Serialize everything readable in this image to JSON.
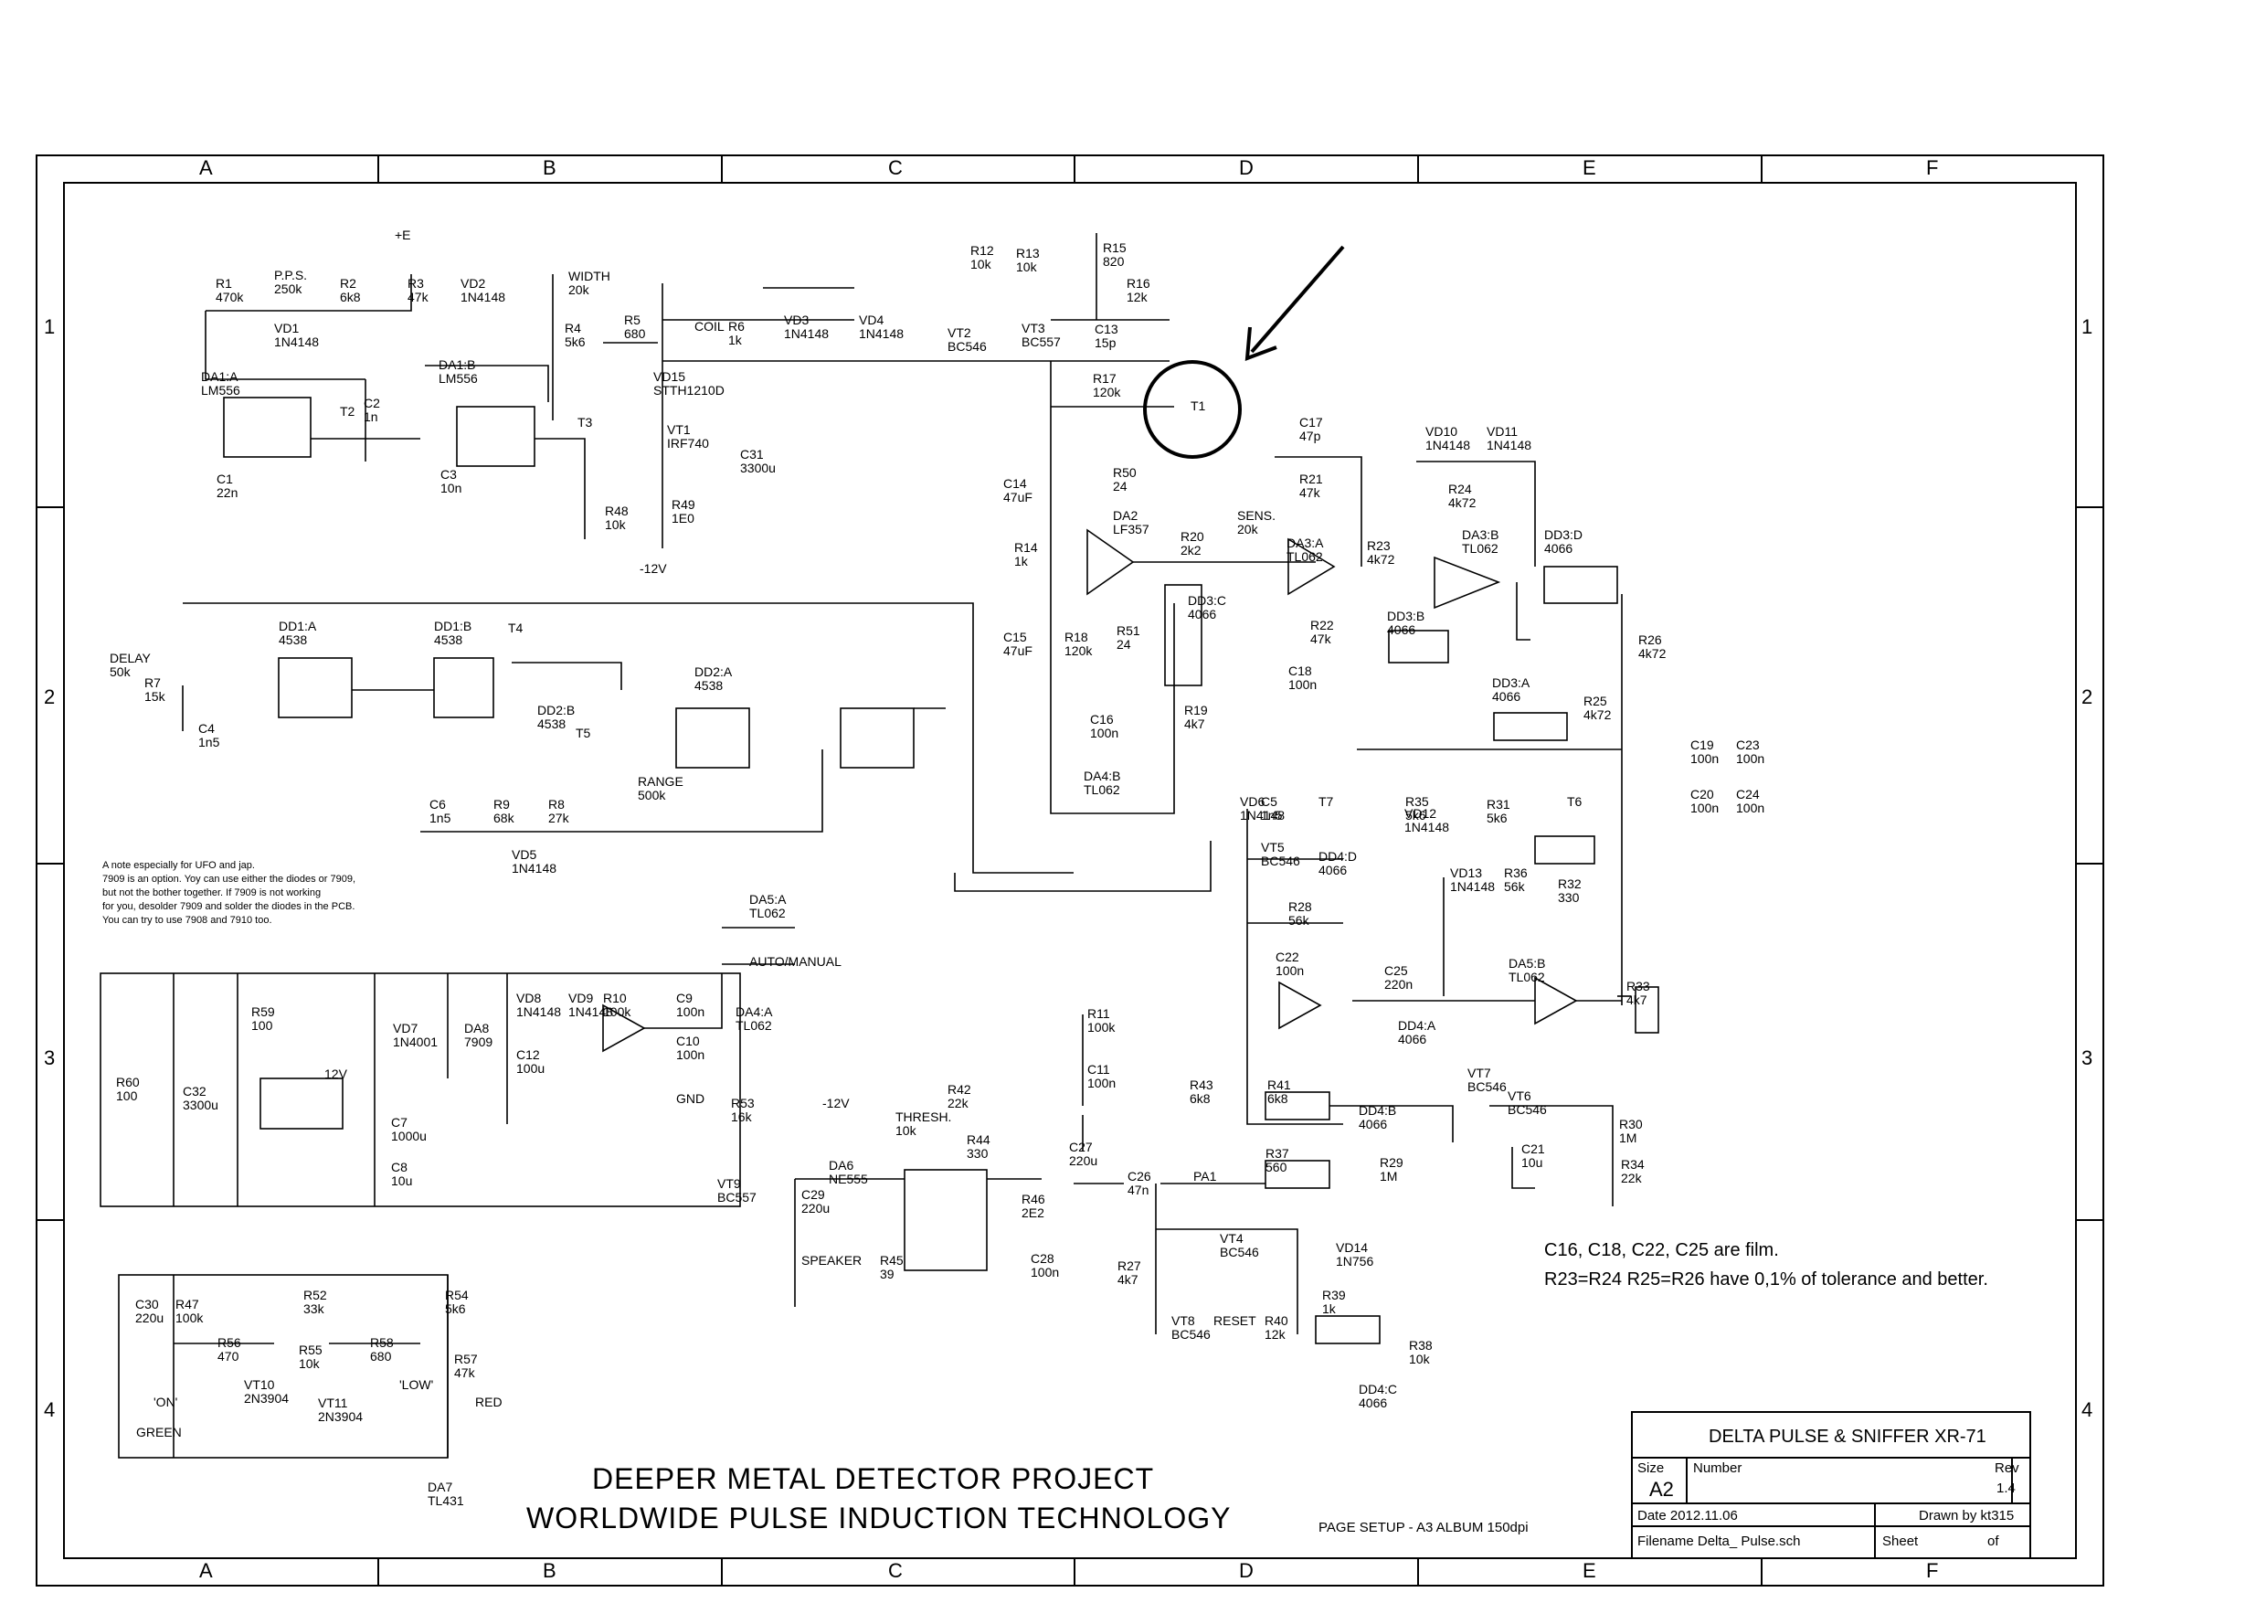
{
  "zones_top": [
    "A",
    "B",
    "C",
    "D",
    "E",
    "F"
  ],
  "zones_side": [
    "1",
    "2",
    "3",
    "4"
  ],
  "title_block": {
    "title": "DELTA PULSE & SNIFFER XR-71",
    "size_label": "Size",
    "size": "A2",
    "number_label": "Number",
    "rev_label": "Rev",
    "rev": "1.4",
    "date": "Date  2012.11.06",
    "drawn": "Drawn by kt315",
    "filename": "Filename Delta_ Pulse.sch",
    "sheet": "Sheet",
    "of": "of"
  },
  "project": {
    "line1": "DEEPER METAL DETECTOR PROJECT",
    "line2": "WORLDWIDE PULSE INDUCTION TECHNOLOGY"
  },
  "page_setup": "PAGE SETUP - A3  ALBUM 150dpi",
  "notes": {
    "film": "C16, C18, C22, C25 are film.",
    "tolerance": "R23=R24 R25=R26 have 0,1% of tolerance and better.",
    "ufo": [
      "A note especially for UFO and jap.",
      "7909 is an option. Yoy can use either the diodes or 7909,",
      "but not the bother together. If 7909 is not working",
      "for you, desolder 7909 and solder the diodes in the PCB.",
      "You can try to use 7908 and 7910 too."
    ]
  },
  "components": [
    {
      "t": "R1\n470k"
    },
    {
      "t": "P.P.S.\n250k"
    },
    {
      "t": "R2\n6k8"
    },
    {
      "t": "+E"
    },
    {
      "t": "R3\n47k"
    },
    {
      "t": "VD2\n1N4148"
    },
    {
      "t": "VD1\n1N4148"
    },
    {
      "t": "DA1:A\nLM556"
    },
    {
      "t": "C1\n22n"
    },
    {
      "t": "T2"
    },
    {
      "t": "C2\n1n"
    },
    {
      "t": "DA1:B\nLM556"
    },
    {
      "t": "C3\n10n"
    },
    {
      "t": "WIDTH\n20k"
    },
    {
      "t": "R4\n5k6"
    },
    {
      "t": "T3"
    },
    {
      "t": "R5\n680"
    },
    {
      "t": "COIL"
    },
    {
      "t": "R6\n1k"
    },
    {
      "t": "VD3\n1N4148"
    },
    {
      "t": "VD4\n1N4148"
    },
    {
      "t": "VD15\nSTTH1210D"
    },
    {
      "t": "VT1\nIRF740"
    },
    {
      "t": "C31\n3300u"
    },
    {
      "t": "R48\n10k"
    },
    {
      "t": "R49\n1E0"
    },
    {
      "t": "-12V"
    },
    {
      "t": "VT2\nBC546"
    },
    {
      "t": "R12\n10k"
    },
    {
      "t": "R13\n10k"
    },
    {
      "t": "VT3\nBC557"
    },
    {
      "t": "R15\n820"
    },
    {
      "t": "R16\n12k"
    },
    {
      "t": "C13\n15p"
    },
    {
      "t": "R17\n120k"
    },
    {
      "t": "T1"
    },
    {
      "t": "C17\n47p"
    },
    {
      "t": "R21\n47k"
    },
    {
      "t": "VD10\n1N4148"
    },
    {
      "t": "VD11\n1N4148"
    },
    {
      "t": "R24\n4k72"
    },
    {
      "t": "C14\n47uF"
    },
    {
      "t": "R50\n24"
    },
    {
      "t": "DA2\nLF357"
    },
    {
      "t": "R14\n1k"
    },
    {
      "t": "R20\n2k2"
    },
    {
      "t": "SENS.\n20k"
    },
    {
      "t": "DA3:A\nTL062"
    },
    {
      "t": "R23\n4k72"
    },
    {
      "t": "DA3:B\nTL062"
    },
    {
      "t": "DD3:D\n4066"
    },
    {
      "t": "C15\n47uF"
    },
    {
      "t": "R18\n120k"
    },
    {
      "t": "R51\n24"
    },
    {
      "t": "DD3:C\n4066"
    },
    {
      "t": "R22\n47k"
    },
    {
      "t": "DD3:B\n4066"
    },
    {
      "t": "R26\n4k72"
    },
    {
      "t": "C18\n100n"
    },
    {
      "t": "R19\n4k7"
    },
    {
      "t": "C16\n100n"
    },
    {
      "t": "DD3:A\n4066"
    },
    {
      "t": "R25\n4k72"
    },
    {
      "t": "DA4:B\nTL062"
    },
    {
      "t": "C19\n100n"
    },
    {
      "t": "C23\n100n"
    },
    {
      "t": "C20\n100n"
    },
    {
      "t": "C24\n100n"
    },
    {
      "t": "DELAY\n50k"
    },
    {
      "t": "R7\n15k"
    },
    {
      "t": "C4\n1n5"
    },
    {
      "t": "DD1:A\n4538"
    },
    {
      "t": "DD1:B\n4538"
    },
    {
      "t": "T4"
    },
    {
      "t": "DD2:A\n4538"
    },
    {
      "t": "DD2:B\n4538"
    },
    {
      "t": "T5"
    },
    {
      "t": "RANGE\n500k"
    },
    {
      "t": "R9\n68k"
    },
    {
      "t": "C6\n1n5"
    },
    {
      "t": "R8\n27k"
    },
    {
      "t": "VD5\n1N4148"
    },
    {
      "t": "VD6\n1N4148"
    },
    {
      "t": "C5\n1n5"
    },
    {
      "t": "T7"
    },
    {
      "t": "VD12\n1N4148"
    },
    {
      "t": "R35\n5k6"
    },
    {
      "t": "R31\n5k6"
    },
    {
      "t": "T6"
    },
    {
      "t": "VT5\nBC546"
    },
    {
      "t": "DD4:D\n4066"
    },
    {
      "t": "VD13\n1N4148"
    },
    {
      "t": "R36\n56k"
    },
    {
      "t": "R32\n330"
    },
    {
      "t": "R28\n56k"
    },
    {
      "t": "C22\n100n"
    },
    {
      "t": "C25\n220n"
    },
    {
      "t": "DA5:B\nTL062"
    },
    {
      "t": "R33\n4k7"
    },
    {
      "t": "DA5:A\nTL062"
    },
    {
      "t": "AUTO/MANUAL"
    },
    {
      "t": "R59\n100"
    },
    {
      "t": "R60\n100"
    },
    {
      "t": "C32\n3300u"
    },
    {
      "t": "12V"
    },
    {
      "t": "VD7\n1N4001"
    },
    {
      "t": "DA8\n7909"
    },
    {
      "t": "C7\n1000u"
    },
    {
      "t": "C8\n10u"
    },
    {
      "t": "VD8\n1N4148"
    },
    {
      "t": "VD9\n1N4148"
    },
    {
      "t": "R10\n100k"
    },
    {
      "t": "C9\n100n"
    },
    {
      "t": "DA4:A\nTL062"
    },
    {
      "t": "C10\n100n"
    },
    {
      "t": "C12\n100u"
    },
    {
      "t": "GND"
    },
    {
      "t": "R11\n100k"
    },
    {
      "t": "C11\n100n"
    },
    {
      "t": "R42\n22k"
    },
    {
      "t": "THRESH.\n10k"
    },
    {
      "t": "R44\n330"
    },
    {
      "t": "C27\n220u"
    },
    {
      "t": "DA6\nNE555"
    },
    {
      "t": "VT9\nBC557"
    },
    {
      "t": "C29\n220u"
    },
    {
      "t": "SPEAKER"
    },
    {
      "t": "R45\n39"
    },
    {
      "t": "R46\n2E2"
    },
    {
      "t": "C28\n100n"
    },
    {
      "t": "R43\n6k8"
    },
    {
      "t": "C26\n47n"
    },
    {
      "t": "PA1"
    },
    {
      "t": "R41\n6k8"
    },
    {
      "t": "R37\n560"
    },
    {
      "t": "DD4:B\n4066"
    },
    {
      "t": "DD4:A\n4066"
    },
    {
      "t": "VT7\nBC546"
    },
    {
      "t": "VT6\nBC546"
    },
    {
      "t": "R30\n1M"
    },
    {
      "t": "R29\n1M"
    },
    {
      "t": "C21\n10u"
    },
    {
      "t": "R34\n22k"
    },
    {
      "t": "VT4\nBC546"
    },
    {
      "t": "R27\n4k7"
    },
    {
      "t": "VD14\n1N756"
    },
    {
      "t": "VT8\nBC546"
    },
    {
      "t": "RESET"
    },
    {
      "t": "R40\n12k"
    },
    {
      "t": "R39\n1k"
    },
    {
      "t": "R38\n10k"
    },
    {
      "t": "DD4:C\n4066"
    },
    {
      "t": "C30\n220u"
    },
    {
      "t": "R47\n100k"
    },
    {
      "t": "R52\n33k"
    },
    {
      "t": "R54\n5k6"
    },
    {
      "t": "R56\n470"
    },
    {
      "t": "R58\n680"
    },
    {
      "t": "R55\n10k"
    },
    {
      "t": "R57\n47k"
    },
    {
      "t": "VT10\n2N3904"
    },
    {
      "t": "VT11\n2N3904"
    },
    {
      "t": "'LOW'"
    },
    {
      "t": "RED"
    },
    {
      "t": "'ON'"
    },
    {
      "t": "GREEN"
    },
    {
      "t": "DA7\nTL431"
    },
    {
      "t": "R53\n16k"
    },
    {
      "t": "-12V"
    }
  ]
}
